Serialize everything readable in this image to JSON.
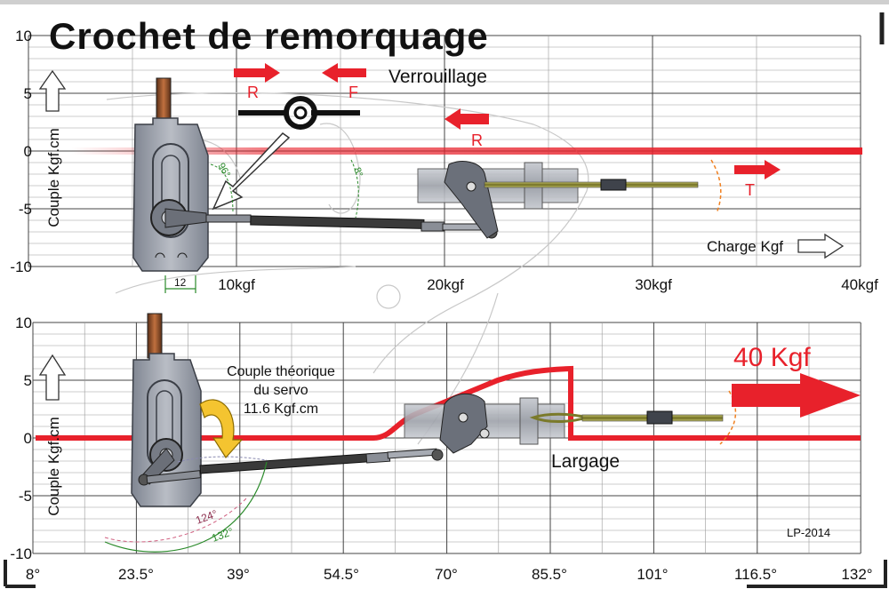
{
  "title": "Crochet de remorquage",
  "signature": "LP-2014",
  "colors": {
    "accent": "#e8212b",
    "grid": "#9a9a9a",
    "part": "#8d929c",
    "rod": "#3a3a3a",
    "cable": "#7a7a2a"
  },
  "top_panel": {
    "ylabel": "Couple Kgf.cm",
    "yticks": [
      "10",
      "5",
      "0",
      "-5",
      "-10"
    ],
    "xticks": [
      "10kgf",
      "20kgf",
      "30kgf",
      "40kgf"
    ],
    "xlabel": "Charge Kgf",
    "heading": "Verrouillage",
    "arrow_r1": "R",
    "arrow_f": "F",
    "arrow_r2": "R",
    "arrow_t": "T",
    "angle_a": "96°",
    "angle_b": "8°",
    "dim": "12"
  },
  "bottom_panel": {
    "ylabel": "Couple Kgf.cm",
    "yticks": [
      "10",
      "5",
      "0",
      "-5",
      "-10"
    ],
    "xticks": [
      "8°",
      "23.5°",
      "39°",
      "54.5°",
      "70°",
      "85.5°",
      "101°",
      "116.5°",
      "132°"
    ],
    "load": "40 Kgf",
    "torque_line1": "Couple théorique",
    "torque_line2": "du servo",
    "torque_line3": "11.6 Kgf.cm",
    "release": "Largage",
    "angle_a": "124°",
    "angle_b": "132°"
  }
}
